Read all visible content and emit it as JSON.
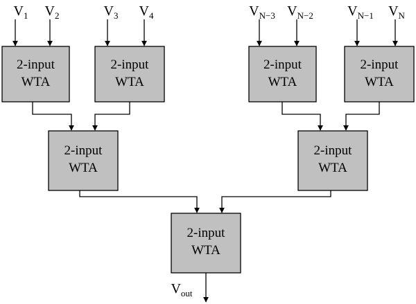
{
  "block_label_line1": "2-input",
  "block_label_line2": "WTA",
  "inputs": [
    {
      "base": "V",
      "sub": "1"
    },
    {
      "base": "V",
      "sub": "2"
    },
    {
      "base": "V",
      "sub": "3"
    },
    {
      "base": "V",
      "sub": "4"
    },
    {
      "base": "V",
      "sub": "N−3"
    },
    {
      "base": "V",
      "sub": "N−2"
    },
    {
      "base": "V",
      "sub": "N−1"
    },
    {
      "base": "V",
      "sub": "N"
    }
  ],
  "output": {
    "base": "V",
    "sub": "out"
  },
  "colors": {
    "block_fill": "#c0c0c0",
    "stroke": "#000000"
  }
}
